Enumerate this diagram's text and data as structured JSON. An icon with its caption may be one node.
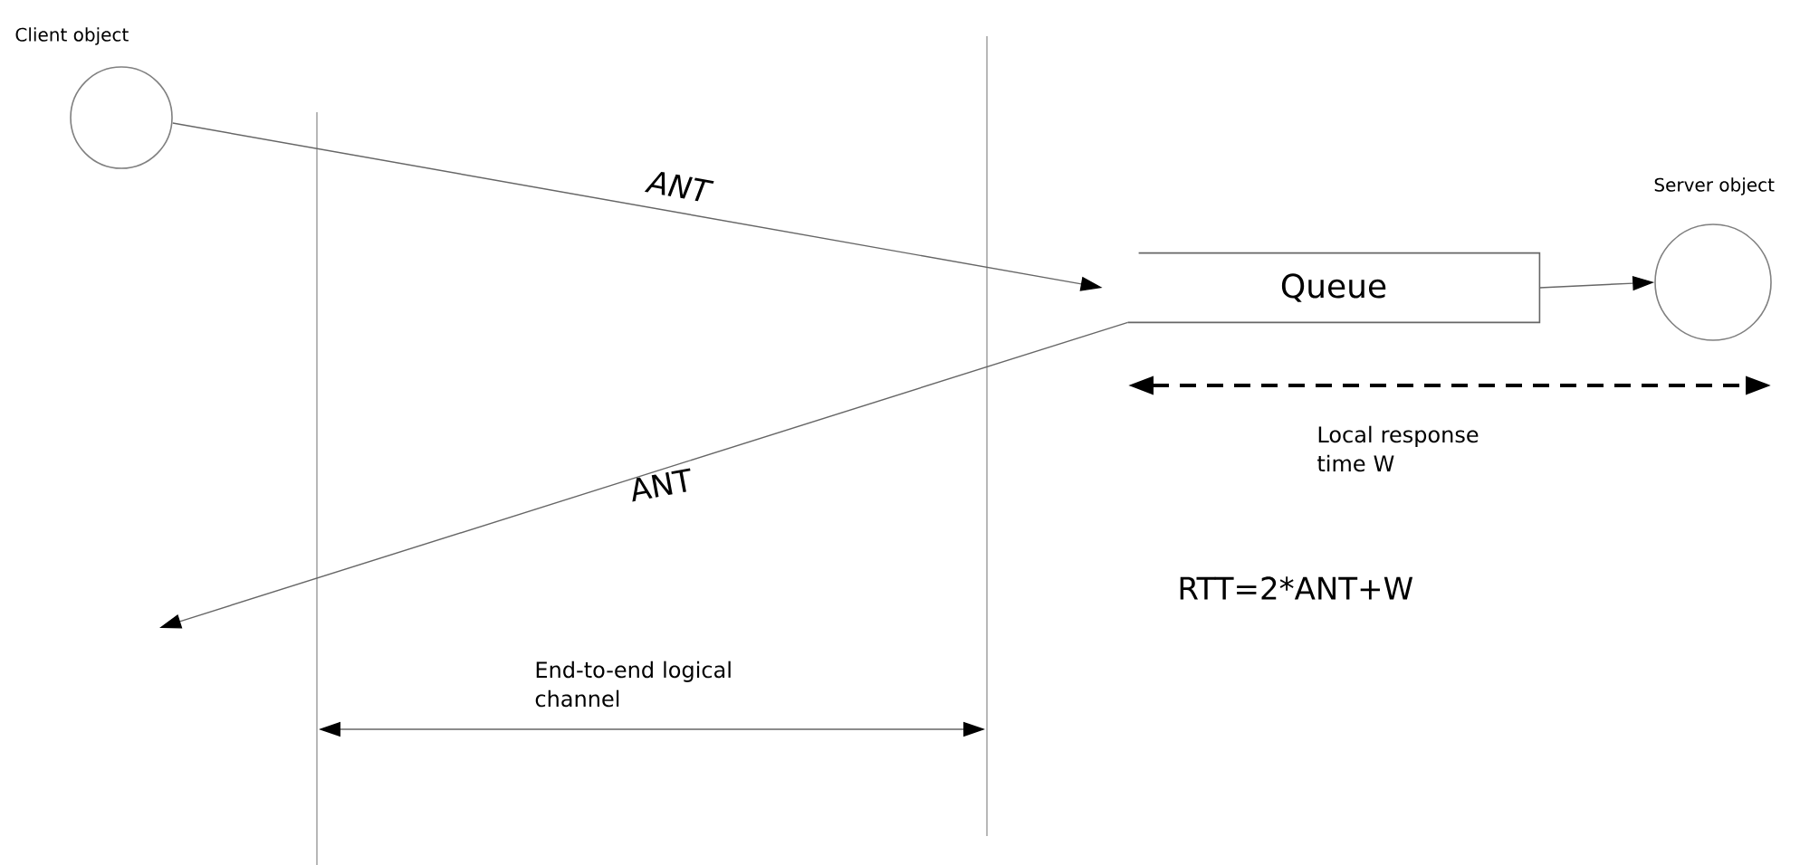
{
  "diagram": {
    "nodes": [
      {
        "text": [],
        "shape": "circle",
        "beside": [
          "Client object"
        ]
      },
      {
        "text": [
          "Queue"
        ]
      },
      {
        "text": [],
        "shape": "circle",
        "beside": [
          "Server object"
        ]
      }
    ],
    "edges": [
      {
        "from": 0,
        "to": 1,
        "arrow": "to",
        "label": "ANT"
      },
      {
        "from": 1,
        "to": 2,
        "arrow": "to"
      },
      {
        "from": 1,
        "to": null,
        "arrow": "to",
        "label": "ANT"
      }
    ],
    "labels": [
      "Local response time W",
      "End-to-end logical channel",
      "RTT=2*ANT+W"
    ]
  }
}
